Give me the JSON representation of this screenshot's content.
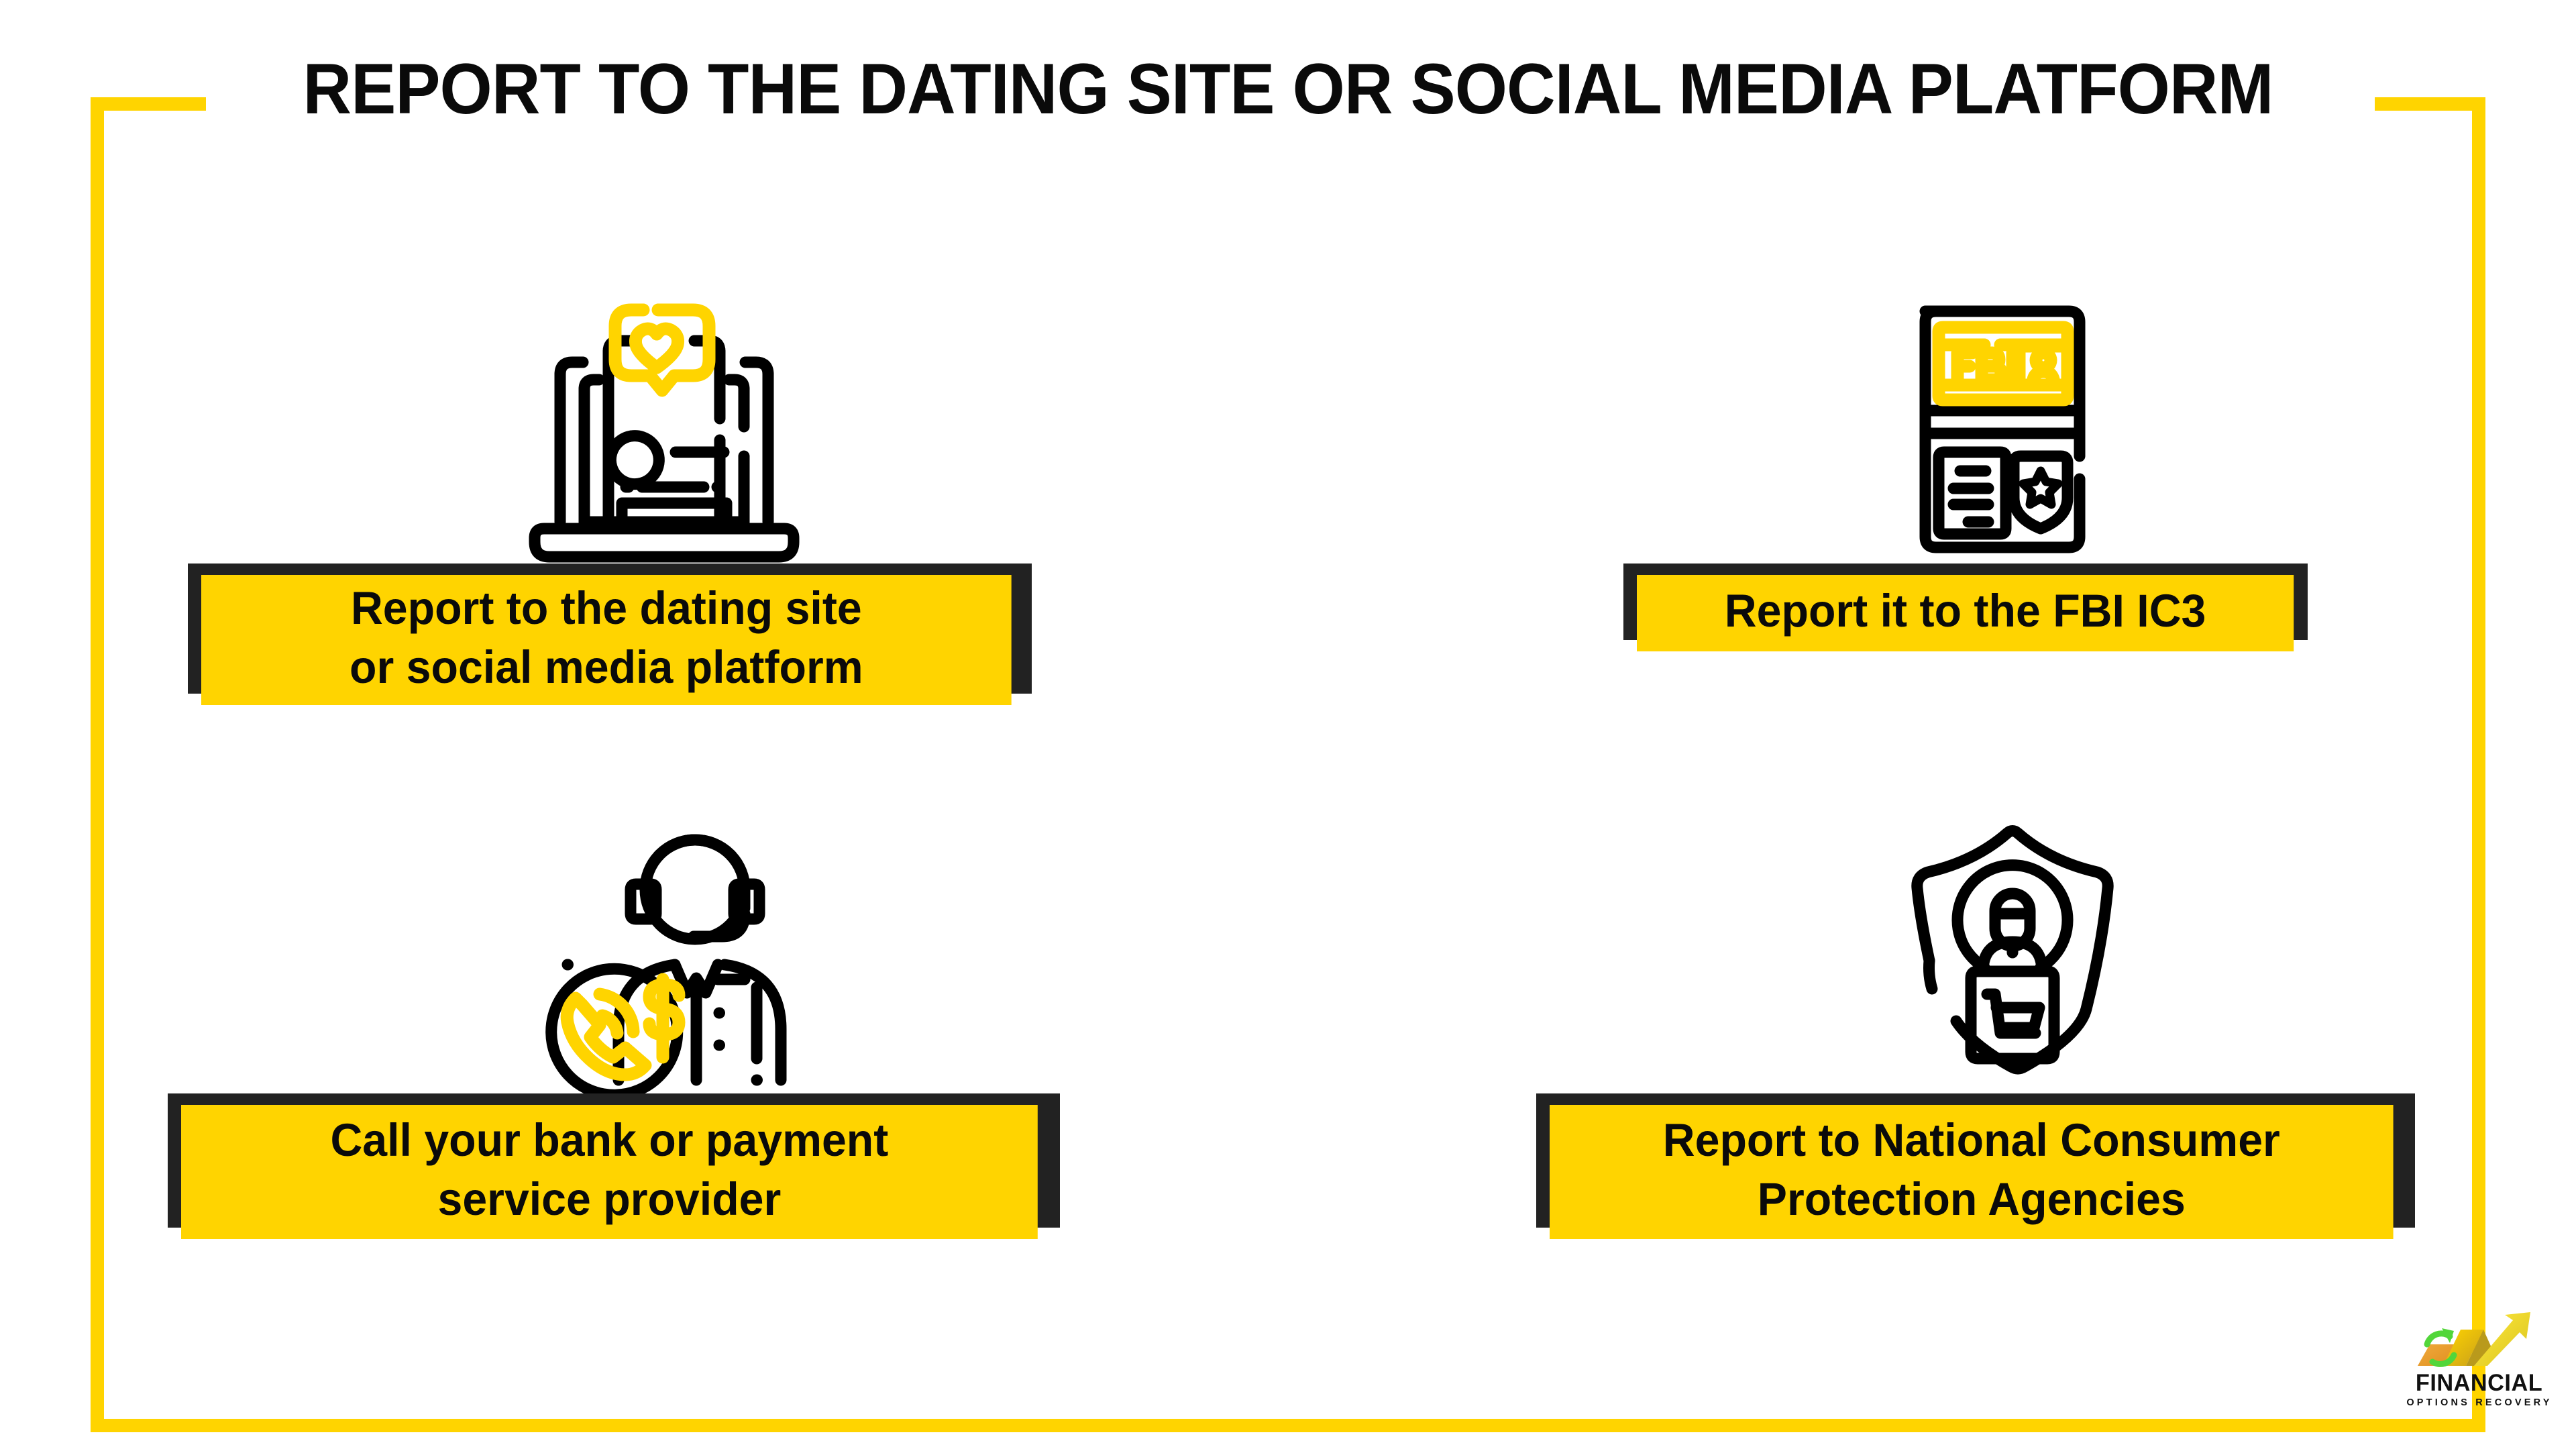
{
  "page": {
    "title": "REPORT TO THE DATING SITE OR SOCIAL MEDIA PLATFORM",
    "background_color": "#FFFFFF",
    "accent_yellow": "#FFD400",
    "dark_color": "#222222",
    "text_color": "#0A0A0A"
  },
  "frame": {
    "name": "yellow-corner-frame",
    "color": "#FFD400"
  },
  "cards": [
    {
      "id": "card-dating-site",
      "icon": "laptop-heart-icon",
      "icon_description": "laptop showing a dating profile with a yellow heart chat bubble",
      "label_lines": [
        "Report to the dating site",
        "or social media platform"
      ],
      "label_text": "Report to the dating site or social media platform"
    },
    {
      "id": "card-fbi-ic3",
      "icon": "fbi-id-badge-icon",
      "icon_description": "FBI identification badge document with star shield",
      "label_lines": [
        "Report it to the FBI IC3"
      ],
      "label_text": "Report it to the FBI IC3"
    },
    {
      "id": "card-bank",
      "icon": "support-agent-phone-dollar-icon",
      "icon_description": "call-center agent with headset, yellow phone circle and dollar sign",
      "label_lines": [
        "Call your bank or payment",
        "service provider"
      ],
      "label_text": "Call your bank or payment service provider"
    },
    {
      "id": "card-consumer-agencies",
      "icon": "shield-consumer-lock-icon",
      "icon_description": "shield containing a person and a padlock with a shopping cart",
      "label_lines": [
        "Report to National Consumer",
        "Protection Agencies"
      ],
      "label_text": "Report to National Consumer Protection Agencies"
    }
  ],
  "logo": {
    "name": "FINANCIAL",
    "tagline": "OPTIONS RECOVERY",
    "mark": "ascending-bars-arrow-recycle-logo"
  }
}
